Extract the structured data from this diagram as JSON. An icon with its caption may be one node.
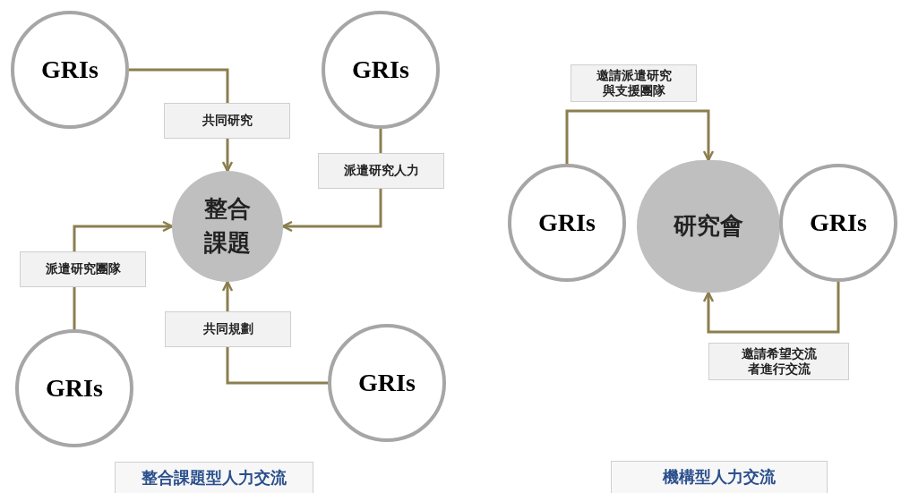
{
  "diagram": {
    "nodes": [
      {
        "text": [
          "GRIs"
        ]
      },
      {
        "text": [
          "GRIs"
        ]
      },
      {
        "text": [
          "整合課題"
        ]
      },
      {
        "text": [
          "GRIs"
        ]
      },
      {
        "text": [
          "GRIs"
        ]
      },
      {
        "text": [
          "GRIs"
        ]
      },
      {
        "text": [
          "研究會"
        ]
      },
      {
        "text": [
          "GRIs"
        ]
      }
    ],
    "edges": [
      {
        "from": 0,
        "to": 2,
        "arrow": "to",
        "label": "共同研究"
      },
      {
        "from": 1,
        "to": 2,
        "arrow": "to",
        "label": "派遣研究人力"
      },
      {
        "from": 3,
        "to": 2,
        "arrow": "to",
        "label": "派遣研究團隊"
      },
      {
        "from": 4,
        "to": 2,
        "arrow": "to",
        "label": "共同規劃"
      },
      {
        "from": 5,
        "to": 6,
        "arrow": "to",
        "label": "邀請派遣研究與支援團隊"
      },
      {
        "from": 7,
        "to": 6,
        "arrow": "to",
        "label": "邀請希望交流者進行交流"
      }
    ],
    "labels": [
      "整合課題型人力交流",
      "機構型人力交流"
    ]
  }
}
